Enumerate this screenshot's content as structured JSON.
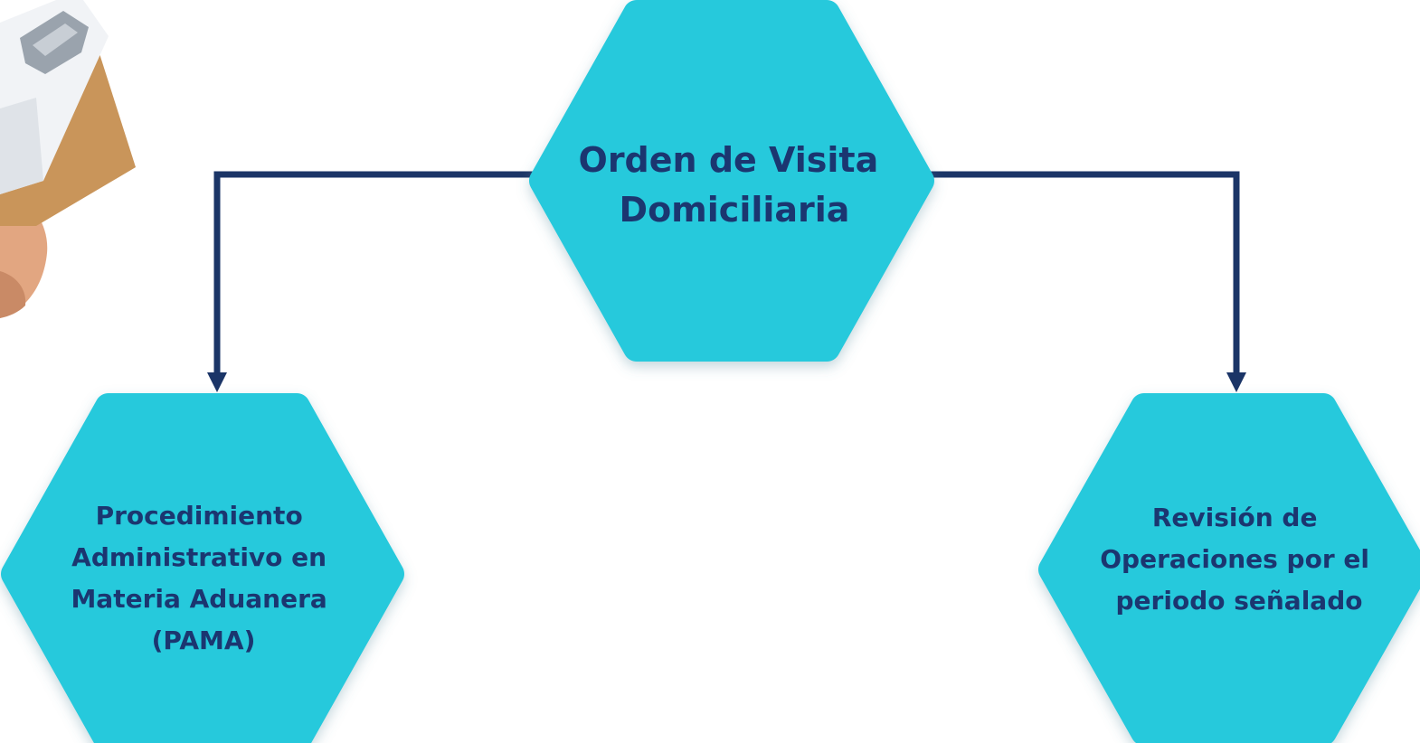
{
  "colors": {
    "hexagon_fill": "#27c9dc",
    "text": "#1b3670",
    "connector": "#1b3567",
    "clipboard_board": "#c9955a",
    "clipboard_clip": "#9aa3ad",
    "paper": "#f1f3f6",
    "skin": "#e2a681"
  },
  "diagram": {
    "root": {
      "lines": [
        "Orden de Visita",
        "Domiciliaria"
      ]
    },
    "left": {
      "lines": [
        "Procedimiento",
        "Administrativo en",
        "Materia Aduanera",
        "(PAMA)"
      ]
    },
    "right": {
      "lines": [
        "Revisión de",
        "Operaciones por el",
        "periodo señalado"
      ]
    }
  },
  "photo": {
    "icon": "clipboard-in-hand-icon"
  }
}
